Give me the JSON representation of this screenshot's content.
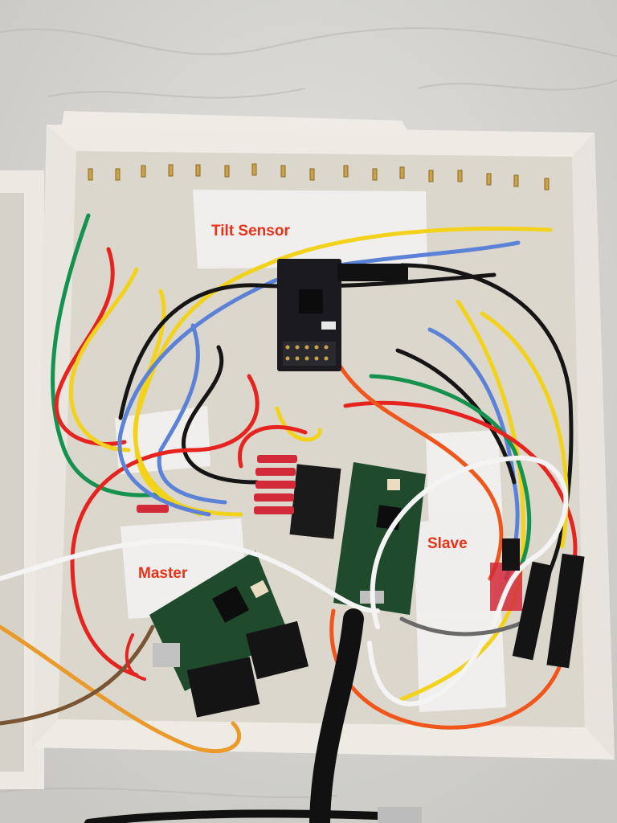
{
  "labels": {
    "tilt_sensor": "Tilt Sensor",
    "master": "Master",
    "slave": "Slave"
  },
  "colors": {
    "marble": "#d9d8d4",
    "box": "#e6e3dc",
    "box_floor": "#dcd7cc",
    "pcb": "#1f4a2c",
    "sensor_board": "#1b1b1f",
    "label_text": "#e8321a",
    "wire_red": "#e52420",
    "wire_yellow": "#f2d21b",
    "wire_green": "#15924e",
    "wire_blue": "#5b82d6",
    "wire_black": "#151515",
    "wire_white": "#f4f4f4",
    "wire_orange": "#f0561c",
    "wire_brown": "#7a5533",
    "wire_grey": "#6a6a6a",
    "wire_amber": "#e99a2a"
  }
}
